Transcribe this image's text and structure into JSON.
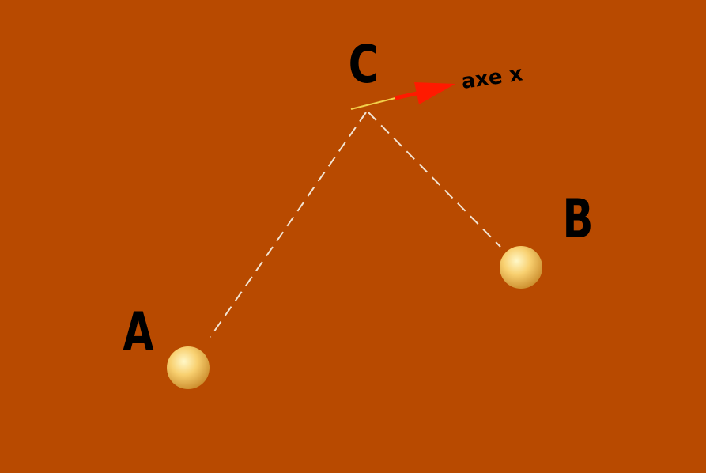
{
  "scene": {
    "labels": {
      "a": "A",
      "b": "B",
      "c": "C",
      "axis": "axe x"
    },
    "colors": {
      "background": "#b84a00",
      "ball": "#f5c24a",
      "ball_highlight": "#fff4b8",
      "string": "#f3e4d2",
      "axis_arrow": "#ff1a00",
      "axis_stem": "#f2d04a",
      "label": "#000000"
    }
  }
}
